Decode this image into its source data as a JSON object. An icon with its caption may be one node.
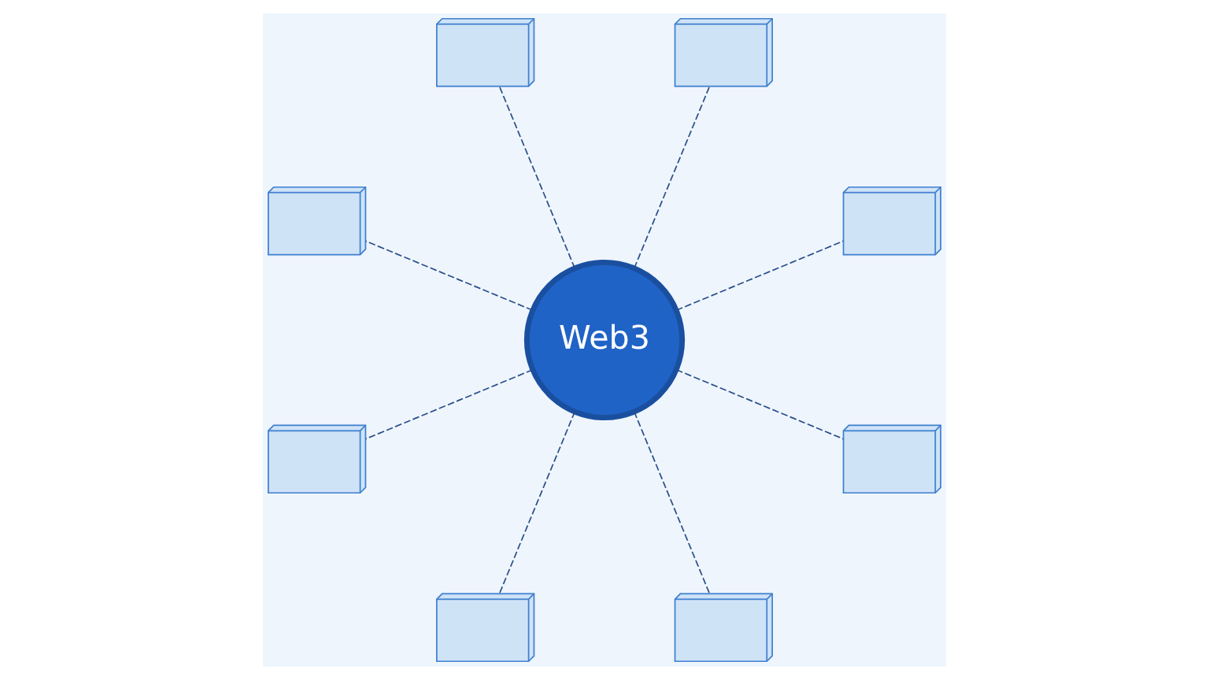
{
  "diagram": {
    "nodes": [
      {
        "text": [
          "Web3"
        ]
      },
      {
        "text": [],
        "shape": "picture"
      },
      {
        "text": [],
        "shape": "picture"
      },
      {
        "text": [],
        "shape": "picture"
      },
      {
        "text": [],
        "shape": "picture"
      },
      {
        "text": [],
        "shape": "picture"
      },
      {
        "text": [],
        "shape": "picture"
      },
      {
        "text": [],
        "shape": "picture"
      },
      {
        "text": [],
        "shape": "picture"
      }
    ],
    "edges": [
      {
        "from": 0,
        "to": 1,
        "arrow": "none",
        "style": "dashed"
      },
      {
        "from": 0,
        "to": 2,
        "arrow": "none",
        "style": "dashed"
      },
      {
        "from": 0,
        "to": 3,
        "arrow": "none",
        "style": "dashed"
      },
      {
        "from": 0,
        "to": 4,
        "arrow": "none",
        "style": "dashed"
      },
      {
        "from": 0,
        "to": 5,
        "arrow": "none",
        "style": "dashed"
      },
      {
        "from": 0,
        "to": 6,
        "arrow": "none",
        "style": "dashed"
      },
      {
        "from": 0,
        "to": 7,
        "arrow": "none",
        "style": "dashed"
      },
      {
        "from": 0,
        "to": 8,
        "arrow": "none",
        "style": "dashed"
      }
    ]
  }
}
